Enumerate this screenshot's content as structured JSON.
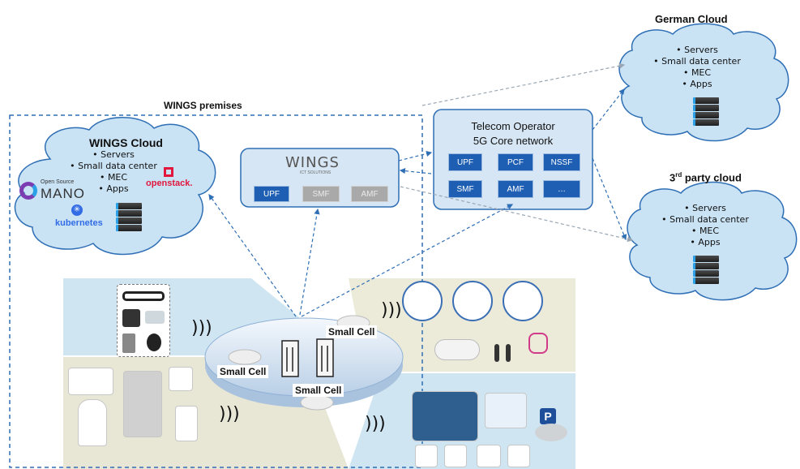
{
  "wings_premises": {
    "title": "WINGS premises"
  },
  "wings_cloud": {
    "title": "WINGS Cloud",
    "items": [
      "Servers",
      "Small data center",
      "MEC",
      "Apps"
    ],
    "logos": {
      "mano_top": "Open Source",
      "mano": "MANO",
      "openstack": "openstack.",
      "kubernetes": "kubernetes"
    }
  },
  "wings_node": {
    "logo": "WINGS",
    "logo_sub": "ICT SOLUTIONS",
    "functions": [
      {
        "label": "UPF",
        "active": true
      },
      {
        "label": "SMF",
        "active": false
      },
      {
        "label": "AMF",
        "active": false
      }
    ]
  },
  "telecom": {
    "title_line1": "Telecom Operator",
    "title_line2": "5G Core network",
    "functions": [
      "UPF",
      "PCF",
      "NSSF",
      "SMF",
      "AMF",
      "…"
    ]
  },
  "german_cloud": {
    "title": "German Cloud",
    "items": [
      "Servers",
      "Small data center",
      "MEC",
      "Apps"
    ]
  },
  "third_party_cloud": {
    "title_sup": "rd",
    "title_num": "3",
    "title_rest": " party cloud",
    "items": [
      "Servers",
      "Small data center",
      "MEC",
      "Apps"
    ]
  },
  "small_cells": [
    "Small Cell",
    "Small Cell",
    "Small Cell"
  ],
  "colors": {
    "cloud_fill": "#c9e3f5",
    "cloud_stroke": "#2f6fb5",
    "node_fill": "#d6e6f5",
    "node_stroke": "#2f6fb5",
    "nf_blue": "#1f5fb3",
    "panel_blue": "#cfe6f2",
    "panel_beige": "#ecebd9"
  },
  "icons": [
    "server-rack-icon",
    "wifi-icon",
    "building-icon",
    "parking-icon",
    "vr-headset-icon",
    "robot-icon",
    "smart-glasses-icon",
    "kubernetes-icon",
    "openstack-icon",
    "mano-icon"
  ]
}
